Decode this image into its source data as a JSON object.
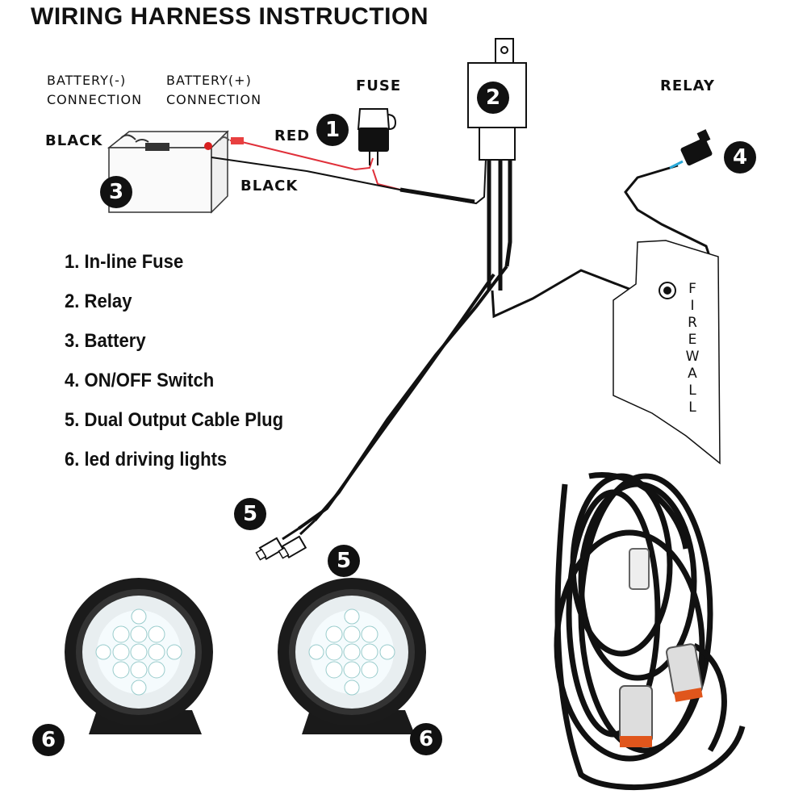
{
  "title": "WIRING HARNESS INSTRUCTION",
  "labels": {
    "battery_neg": [
      "BATTERY(-)",
      "CONNECTION"
    ],
    "battery_pos": [
      "BATTERY(+)",
      "CONNECTION"
    ],
    "black_top": "BLACK",
    "red": "RED",
    "fuse": "FUSE",
    "black_mid": "BLACK",
    "relay": "RELAY",
    "firewall": [
      "F",
      "I",
      "R",
      "E",
      "W",
      "A",
      "L",
      "L"
    ]
  },
  "markers": {
    "m1": "1",
    "m2": "2",
    "m3": "3",
    "m4": "4",
    "m5a": "5",
    "m5b": "5",
    "m6a": "6",
    "m6b": "6"
  },
  "legend": [
    "1. In-line Fuse",
    "2. Relay",
    "3. Battery",
    "4. ON/OFF Switch",
    "5. Dual Output Cable Plug",
    "6. led driving lights"
  ],
  "colors": {
    "wire_black": "#111111",
    "wire_red": "#e0303a",
    "marker_bg": "#111111",
    "plug_orange": "#e0561c"
  }
}
